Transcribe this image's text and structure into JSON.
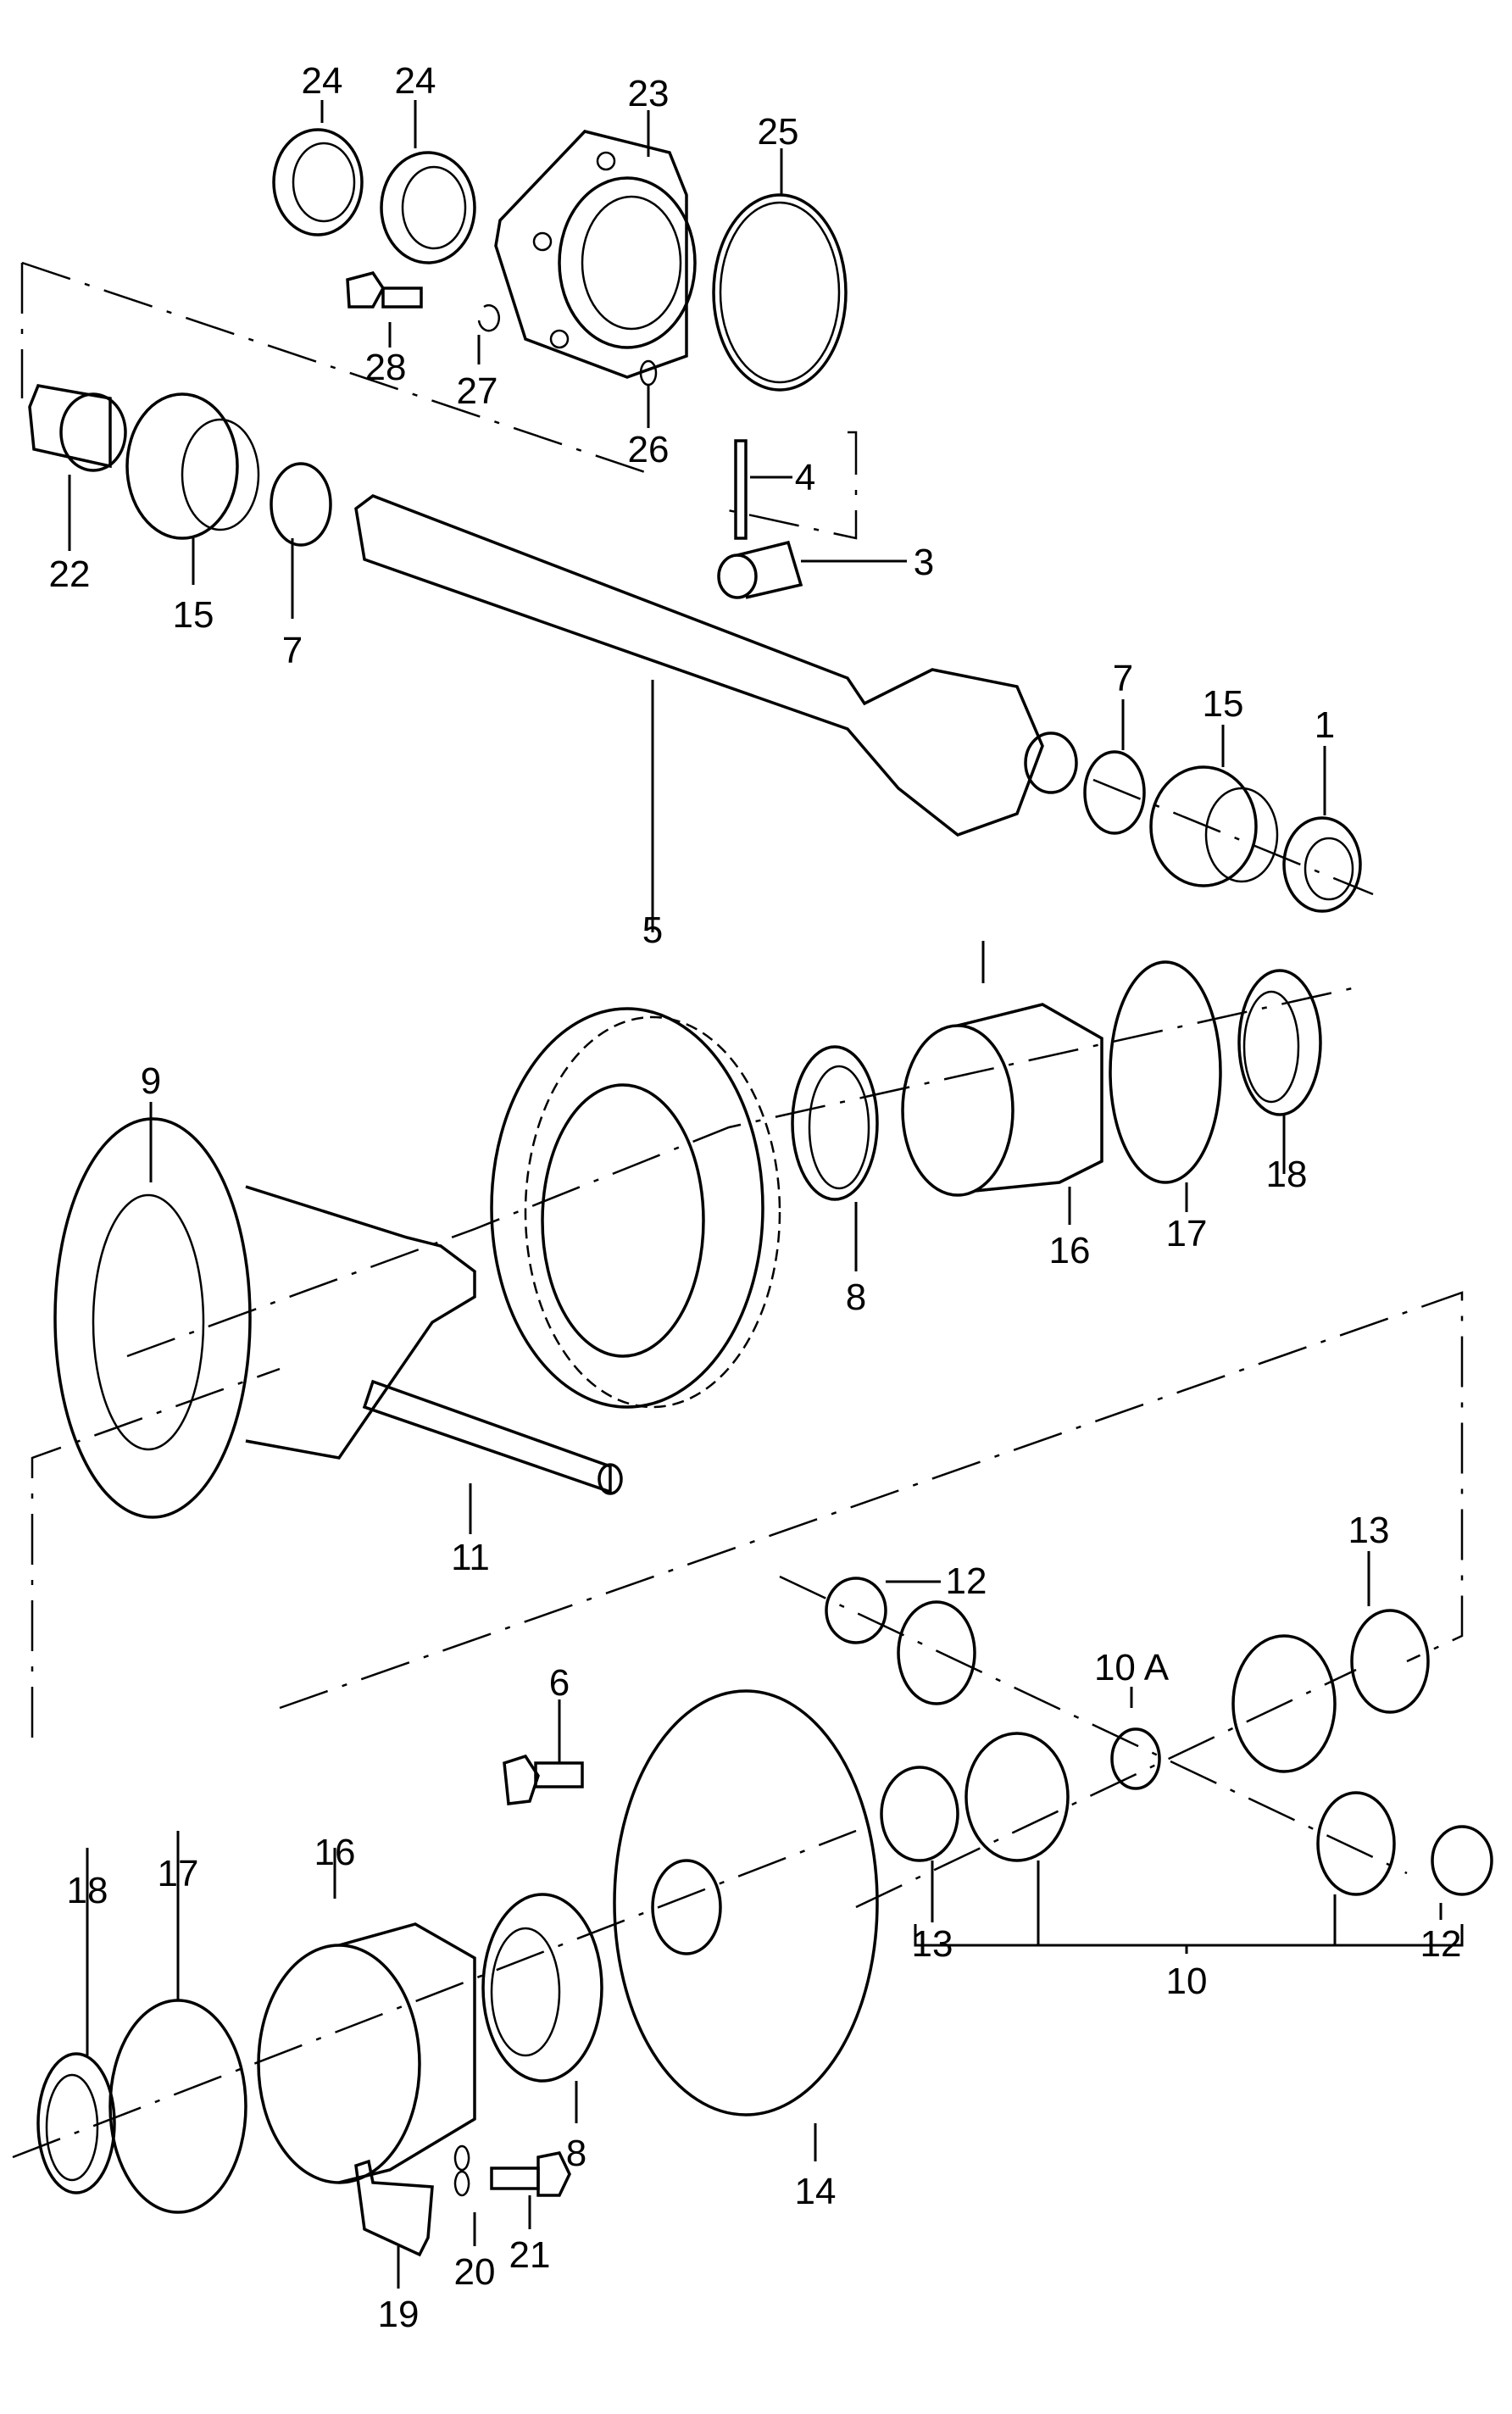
{
  "title": "Exploded view: final drive / differential assembly",
  "parts": [
    {
      "id": "p1",
      "label": "1"
    },
    {
      "id": "p3",
      "label": "3"
    },
    {
      "id": "p4",
      "label": "4"
    },
    {
      "id": "p5",
      "label": "5"
    },
    {
      "id": "p6",
      "label": "6"
    },
    {
      "id": "p7a",
      "label": "7"
    },
    {
      "id": "p7b",
      "label": "7"
    },
    {
      "id": "p8a",
      "label": "8"
    },
    {
      "id": "p8b",
      "label": "8"
    },
    {
      "id": "p9",
      "label": "9"
    },
    {
      "id": "p10",
      "label": "10"
    },
    {
      "id": "p10a",
      "label": "10 A"
    },
    {
      "id": "p11",
      "label": "11"
    },
    {
      "id": "p12a",
      "label": "12"
    },
    {
      "id": "p12b",
      "label": "12"
    },
    {
      "id": "p13a",
      "label": "13"
    },
    {
      "id": "p13b",
      "label": "13"
    },
    {
      "id": "p14",
      "label": "14"
    },
    {
      "id": "p15a",
      "label": "15"
    },
    {
      "id": "p15b",
      "label": "15"
    },
    {
      "id": "p16a",
      "label": "16"
    },
    {
      "id": "p16b",
      "label": "16"
    },
    {
      "id": "p17a",
      "label": "17"
    },
    {
      "id": "p17b",
      "label": "17"
    },
    {
      "id": "p18a",
      "label": "18"
    },
    {
      "id": "p18b",
      "label": "18"
    },
    {
      "id": "p19",
      "label": "19"
    },
    {
      "id": "p20",
      "label": "20"
    },
    {
      "id": "p21",
      "label": "21"
    },
    {
      "id": "p22",
      "label": "22"
    },
    {
      "id": "p23",
      "label": "23"
    },
    {
      "id": "p24a",
      "label": "24"
    },
    {
      "id": "p24b",
      "label": "24"
    },
    {
      "id": "p25",
      "label": "25"
    },
    {
      "id": "p26",
      "label": "26"
    },
    {
      "id": "p27",
      "label": "27"
    },
    {
      "id": "p28",
      "label": "28"
    }
  ]
}
